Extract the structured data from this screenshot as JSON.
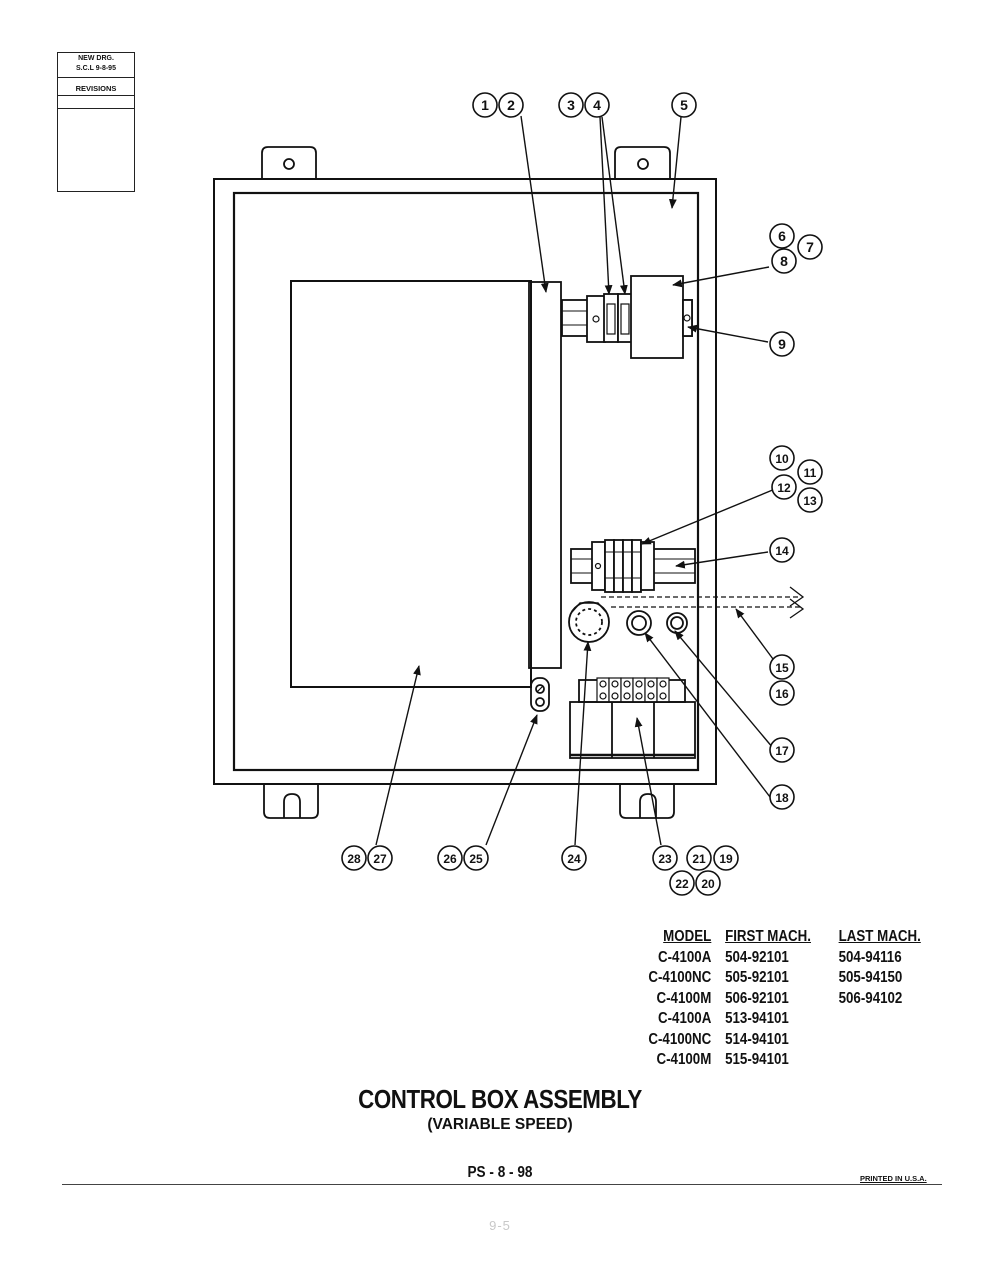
{
  "revision_block": {
    "line1": "NEW DRG.",
    "line2": "S.C.L 9-8-95",
    "header": "REVISIONS"
  },
  "callouts": {
    "c1": "1",
    "c2": "2",
    "c3": "3",
    "c4": "4",
    "c5": "5",
    "c6": "6",
    "c7": "7",
    "c8": "8",
    "c9": "9",
    "c10": "10",
    "c11": "11",
    "c12": "12",
    "c13": "13",
    "c14": "14",
    "c15": "15",
    "c16": "16",
    "c17": "17",
    "c18": "18",
    "c19": "19",
    "c20": "20",
    "c21": "21",
    "c22": "22",
    "c23": "23",
    "c24": "24",
    "c25": "25",
    "c26": "26",
    "c27": "27",
    "c28": "28"
  },
  "model_table": {
    "headers": {
      "model": "MODEL",
      "first": "FIRST MACH.",
      "last": "LAST MACH."
    },
    "rows": [
      {
        "model": "C-4100A",
        "first": "504-92101",
        "last": "504-94116"
      },
      {
        "model": "C-4100NC",
        "first": "505-92101",
        "last": "505-94150"
      },
      {
        "model": "C-4100M",
        "first": "506-92101",
        "last": "506-94102"
      },
      {
        "model": "C-4100A",
        "first": "513-94101",
        "last": ""
      },
      {
        "model": "C-4100NC",
        "first": "514-94101",
        "last": ""
      },
      {
        "model": "C-4100M",
        "first": "515-94101",
        "last": ""
      }
    ]
  },
  "title": "CONTROL BOX ASSEMBLY",
  "subtitle": "(VARIABLE SPEED)",
  "page_ref": "PS - 8 - 98",
  "printed": "PRINTED IN U.S.A.",
  "folio": "9-5"
}
